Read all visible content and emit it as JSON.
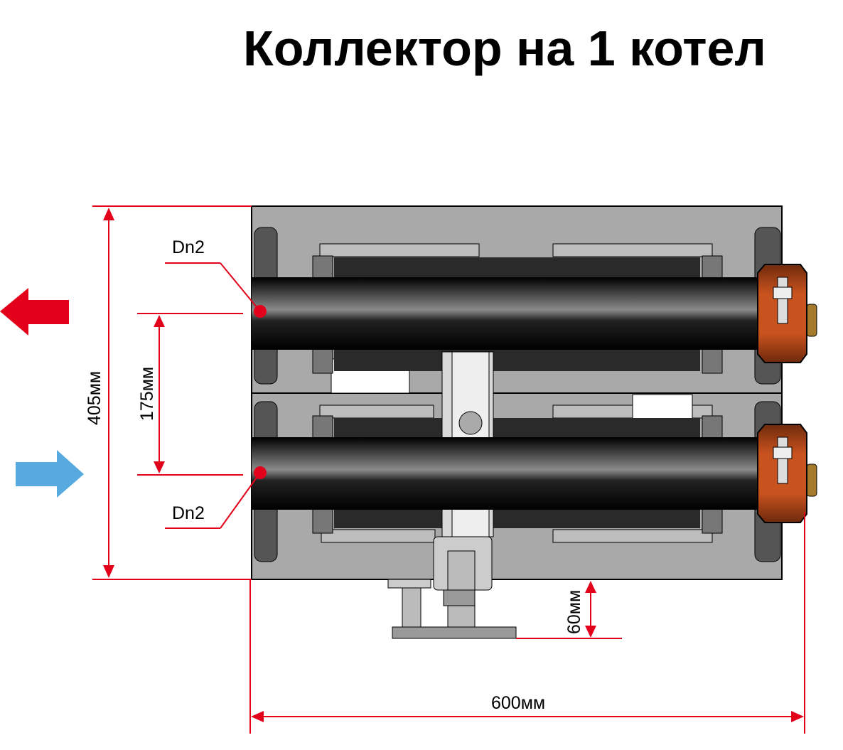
{
  "title": "Коллектор на 1 котел",
  "labels": {
    "dn_top": "Dn2",
    "dn_bottom": "Dn2",
    "height_total": "405мм",
    "pipe_spacing": "175мм",
    "foot_height": "60мм",
    "width_total": "600мм"
  },
  "colors": {
    "dimension": "#e2001a",
    "supply_arrow": "#e2001a",
    "return_arrow": "#56aadf",
    "housing": "#a9a9a9",
    "cap": "#c0501f"
  }
}
